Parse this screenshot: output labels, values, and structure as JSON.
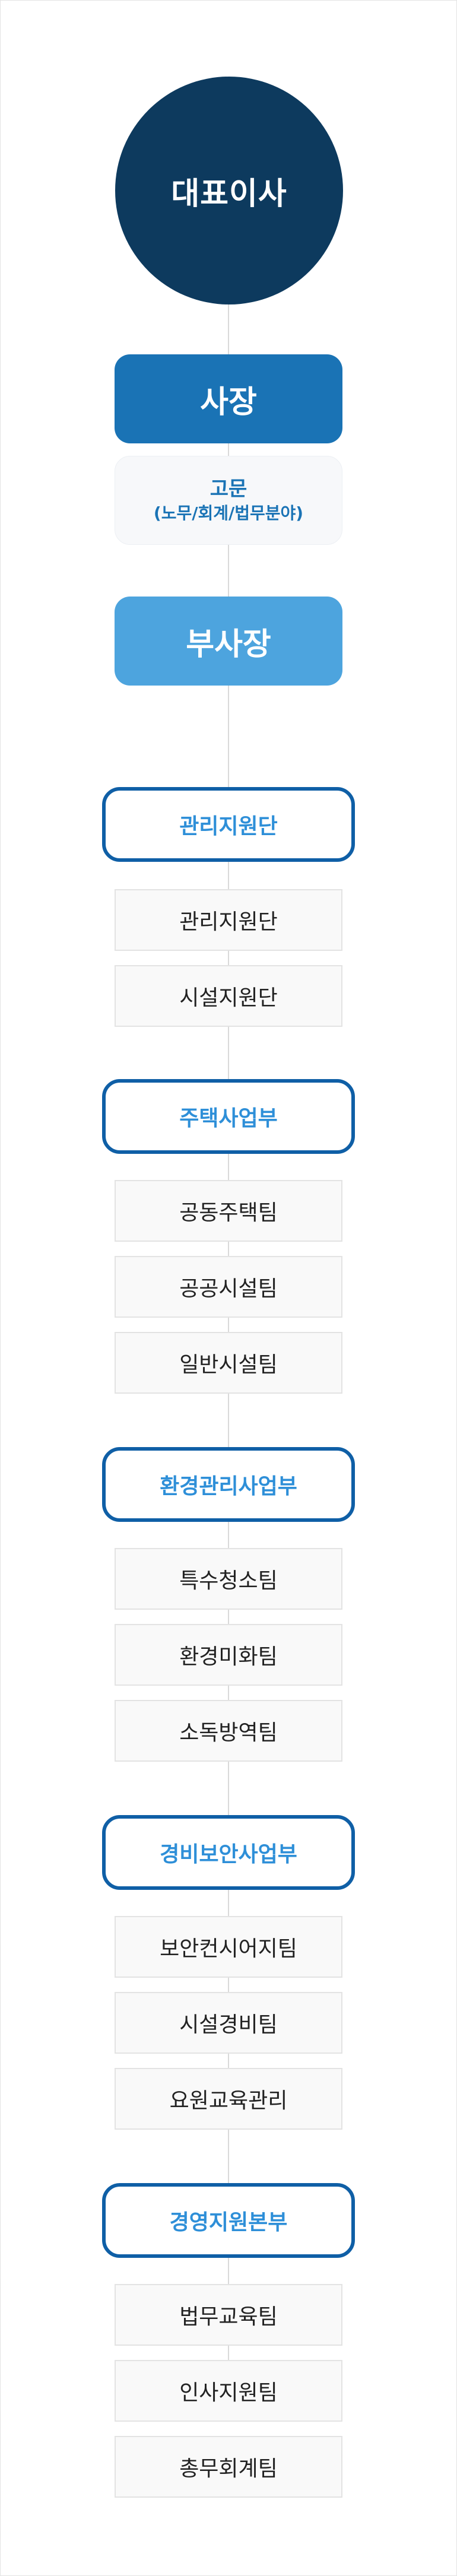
{
  "ceo": "대표이사",
  "president": "사장",
  "advisor": {
    "title": "고문",
    "subtitle": "(노무/회계/법무분야)"
  },
  "vice_president": "부사장",
  "divisions": [
    {
      "name": "관리지원단",
      "teams": [
        "관리지원단",
        "시설지원단"
      ]
    },
    {
      "name": "주택사업부",
      "teams": [
        "공동주택팀",
        "공공시설팀",
        "일반시설팀"
      ]
    },
    {
      "name": "환경관리사업부",
      "teams": [
        "특수청소팀",
        "환경미화팀",
        "소독방역팀"
      ]
    },
    {
      "name": "경비보안사업부",
      "teams": [
        "보안컨시어지팀",
        "시설경비팀",
        "요원교육관리"
      ]
    },
    {
      "name": "경영지원본부",
      "teams": [
        "법무교육팀",
        "인사지원팀",
        "총무회계팀"
      ]
    }
  ]
}
